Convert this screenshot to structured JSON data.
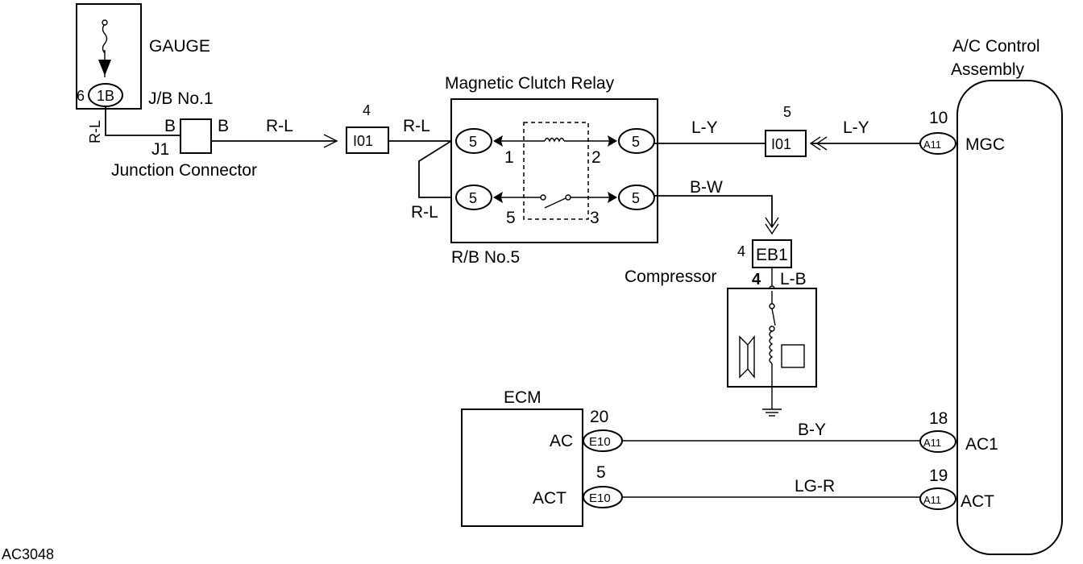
{
  "labels": {
    "gauge": "GAUGE",
    "jb_no1": "J/B No.1",
    "junction_connector": "Junction Connector",
    "j1": "J1",
    "relay_title": "Magnetic Clutch Relay",
    "rb_no5": "R/B No.5",
    "compressor": "Compressor",
    "ecm": "ECM",
    "ac_control_line1": "A/C Control",
    "ac_control_line2": "Assembly",
    "figure_code": "AC3048"
  },
  "connectors": {
    "jb": "1B",
    "jb_pin": "6",
    "i01": "I01",
    "i01_left_pin": "4",
    "i01_right_pin": "5",
    "relay_pin": "5",
    "eb1": "EB1",
    "eb1_pin": "4",
    "compressor_pin": "4",
    "e10": "E10",
    "a11": "A11"
  },
  "junction": {
    "left": "B",
    "right": "B"
  },
  "relay_terminals": {
    "t1": "1",
    "t2": "2",
    "t3": "3",
    "t5": "5"
  },
  "wires": {
    "gauge_out": "R-L",
    "to_i01": "R-L",
    "i01_to_relay": "R-L",
    "relay_loop": "R-L",
    "relay_to_i01": "L-Y",
    "i01_to_mgc": "L-Y",
    "relay_to_compressor": "B-W",
    "compressor_in": "L-B",
    "ac_line": "B-Y",
    "act_line": "LG-R"
  },
  "ecm": {
    "ac_label": "AC",
    "ac_pin": "20",
    "act_label": "ACT",
    "act_pin": "5"
  },
  "ac_control": {
    "mgc_label": "MGC",
    "mgc_pin": "10",
    "ac1_label": "AC1",
    "ac1_pin": "18",
    "act_label": "ACT",
    "act_pin": "19"
  }
}
